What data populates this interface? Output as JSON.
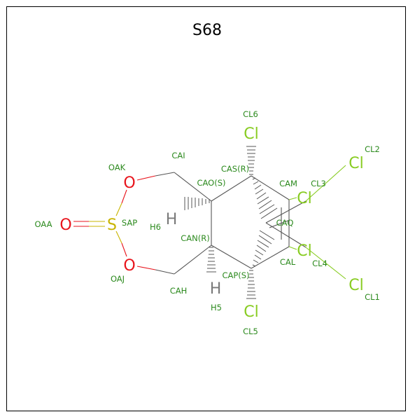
{
  "title": "S68",
  "colors": {
    "carbon_label": "#2c8a1e",
    "chlorine": "#88cc22",
    "oxygen": "#e8141c",
    "sulfur": "#c8b400",
    "hydrogen": "#7a7a7a",
    "bond": "#555555"
  },
  "atoms": {
    "CL6": {
      "name": "CL6",
      "symbol": "Cl"
    },
    "CL2": {
      "name": "CL2",
      "symbol": "Cl"
    },
    "CL3": {
      "name": "CL3",
      "symbol": "Cl"
    },
    "CL4": {
      "name": "CL4",
      "symbol": "Cl"
    },
    "CL1": {
      "name": "CL1",
      "symbol": "Cl"
    },
    "CL5": {
      "name": "CL5",
      "symbol": "Cl"
    },
    "OAK": {
      "name": "OAK",
      "symbol": "O"
    },
    "OAA": {
      "name": "OAA",
      "symbol": "O"
    },
    "OAJ": {
      "name": "OAJ",
      "symbol": "O"
    },
    "SAP": {
      "name": "SAP",
      "symbol": "S"
    },
    "H6": {
      "name": "H6",
      "symbol": "H"
    },
    "H5": {
      "name": "H5",
      "symbol": "H"
    },
    "CAI": {
      "name": "CAI"
    },
    "CAH": {
      "name": "CAH"
    },
    "CAS": {
      "name": "CAS(R)"
    },
    "CAO": {
      "name": "CAO(S)"
    },
    "CAM": {
      "name": "CAM"
    },
    "CAQ": {
      "name": "CAQ"
    },
    "CAN": {
      "name": "CAN(R)"
    },
    "CAP": {
      "name": "CAP(S)"
    },
    "CAL": {
      "name": "CAL"
    }
  }
}
